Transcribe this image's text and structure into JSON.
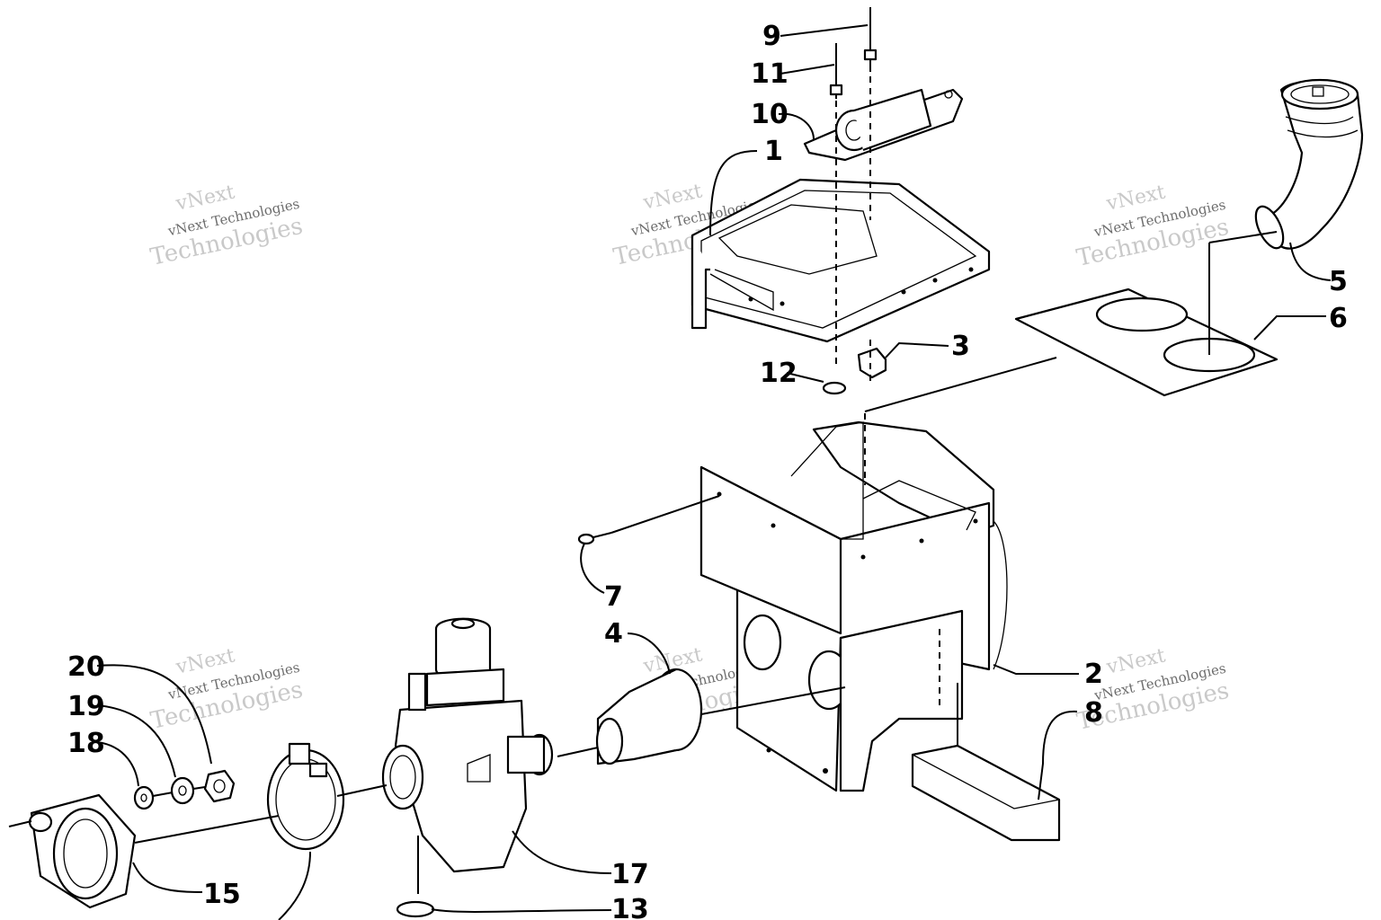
{
  "callouts": {
    "c1": "1",
    "c2": "2",
    "c3": "3",
    "c4": "4",
    "c5": "5",
    "c6": "6",
    "c7": "7",
    "c8": "8",
    "c9": "9",
    "c10": "10",
    "c11": "11",
    "c12": "12",
    "c13": "13",
    "c15": "15",
    "c17": "17",
    "c18": "18",
    "c19": "19",
    "c20": "20"
  },
  "watermark": {
    "top": "vNext",
    "line": "vNext Technologies",
    "bottom": "Technologies"
  }
}
